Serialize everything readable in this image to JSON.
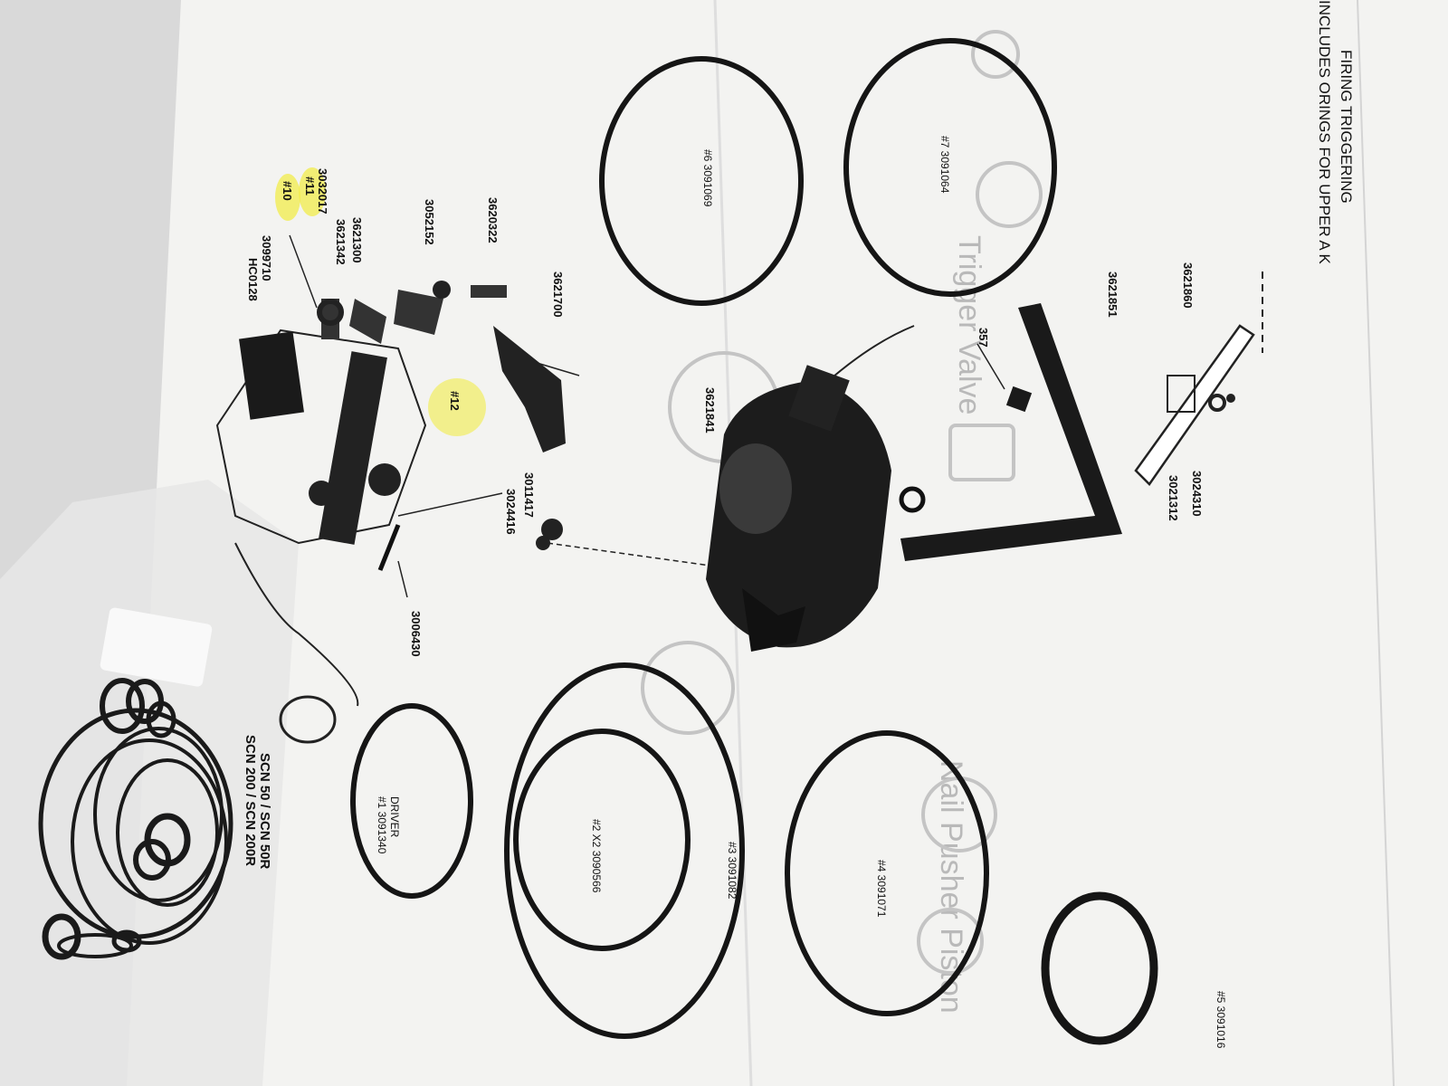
{
  "labels": {
    "hc0128": "HC0128",
    "p3099710": "3099710",
    "hl10": "#10",
    "hl11": "#11",
    "p3032017": "3032017",
    "p3621342": "3621342",
    "p3621300": "3621300",
    "p3052152": "3052152",
    "p3620322": "3620322",
    "p3621700": "3621700",
    "hl12": "#12",
    "p3024416": "3024416",
    "p3011417": "3011417",
    "p3621841": "3621841",
    "p3006430": "3006430",
    "p357": "357",
    "p3621851": "3621851",
    "p3621860": "3621860",
    "p3021312": "3021312",
    "p3024310": "3024310",
    "o6": "#6 3091069",
    "o7": "#7 3091064",
    "o1a": "#1 3091340",
    "o1b": "DRIVER",
    "o2": "#2 X2 3090566",
    "o3": "#3 3091082",
    "o4": "#4 3091071",
    "o5": "#5 3091016",
    "includes1": "INCLUDES ORINGS FOR UPPER A K",
    "includes2": "FIRING TRIGGERING",
    "model1": "SCN 200 / SCN 200R",
    "model2": "SCN 50 / SCN 50R",
    "ghost_nail": "Nail Pusher Piston",
    "ghost_trigger": "Trigger Valve"
  },
  "colors": {
    "paper": "#f4f4f2",
    "ink": "#141414",
    "highlight": "#f2ec4a",
    "ghost_ink": "#b9b9b9"
  }
}
